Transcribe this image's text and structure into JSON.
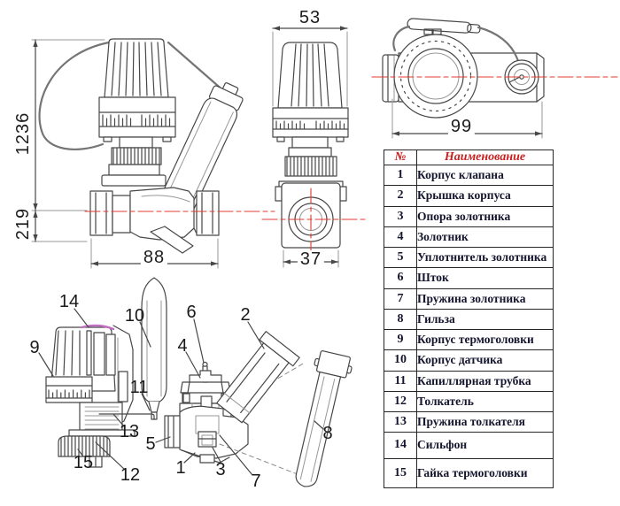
{
  "drawing": {
    "dimensions": {
      "front_height": "1236",
      "front_axis_offset": "219",
      "front_width": "88",
      "head_width": "53",
      "body_width": "37",
      "top_length": "99"
    },
    "callouts": [
      "1",
      "2",
      "3",
      "4",
      "5",
      "6",
      "7",
      "8",
      "9",
      "10",
      "11",
      "12",
      "13",
      "14",
      "15"
    ]
  },
  "parts_table": {
    "col_num_header": "№",
    "col_name_header": "Наименование",
    "rows": [
      {
        "num": "1",
        "name": "Корпус клапана"
      },
      {
        "num": "2",
        "name": "Крышка корпуса"
      },
      {
        "num": "3",
        "name": "Опора золотника"
      },
      {
        "num": "4",
        "name": "Золотник"
      },
      {
        "num": "5",
        "name": "Уплотнитель золотника"
      },
      {
        "num": "6",
        "name": "Шток"
      },
      {
        "num": "7",
        "name": "Пружина золотника"
      },
      {
        "num": "8",
        "name": "Гильза"
      },
      {
        "num": "9",
        "name": "Корпус термоголовки"
      },
      {
        "num": "10",
        "name": "Корпус датчика"
      },
      {
        "num": "11",
        "name": "Капиллярная трубка"
      },
      {
        "num": "12",
        "name": "Толкатель"
      },
      {
        "num": "13",
        "name": "Пружина толкателя"
      },
      {
        "num": "14",
        "name": "Сильфон"
      },
      {
        "num": "15",
        "name": "Гайка термоголовки"
      }
    ]
  },
  "colors": {
    "line": "#474747",
    "centerline_red": "#e03a2f",
    "table_header_red": "#c81f1f",
    "table_text": "#15152e",
    "bellows_magenta": "#c36ec3",
    "capillary_gray": "#b5b5b5"
  }
}
